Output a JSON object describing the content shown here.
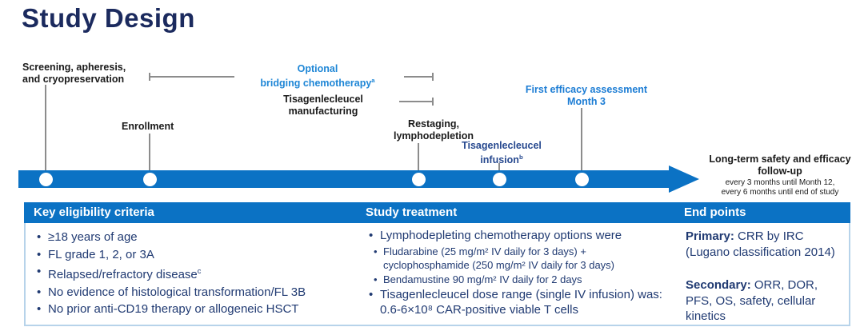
{
  "title": "Study Design",
  "colors": {
    "title_navy": "#1B2A5E",
    "timeline_blue": "#0B72C4",
    "accent_blue": "#1E86D6",
    "efficacy_blue": "#1B7CD4",
    "infusion_blue": "#27498F",
    "body_navy": "#203A72",
    "label_black": "#1A1A1A",
    "line_gray": "#8C8C8C",
    "table_border_blue": "#B7D3EA",
    "header_text": "#FFFFFF"
  },
  "timeline": {
    "screening": {
      "line1": "Screening, apheresis,",
      "line2": "and cryopreservation"
    },
    "enrollment": {
      "label": "Enrollment"
    },
    "bridging": {
      "line1": "Optional",
      "line2": "bridging chemotherapy",
      "footnote": "a"
    },
    "manufacturing": {
      "line1": "Tisagenlecleucel",
      "line2": "manufacturing"
    },
    "restaging": {
      "line1": "Restaging,",
      "line2": "lymphodepletion"
    },
    "infusion": {
      "line1": "Tisagenlecleucel",
      "line2": "infusion",
      "footnote": "b"
    },
    "first_efficacy": {
      "line1": "First efficacy assessment",
      "line2": "Month 3"
    },
    "followup": {
      "line1": "Long-term safety and efficacy",
      "line2": "follow-up",
      "note1": "every 3 months until Month 12,",
      "note2": "every 6 months until end of study"
    }
  },
  "table": {
    "eligibility": {
      "header": "Key eligibility criteria",
      "bullets": [
        {
          "text": "≥18 years of age"
        },
        {
          "text": "FL grade 1, 2, or 3A"
        },
        {
          "text": "Relapsed/refractory disease",
          "footnote": "c"
        },
        {
          "text": "No evidence of histological transformation/FL 3B"
        },
        {
          "text": "No prior anti-CD19 therapy or allogeneic HSCT"
        }
      ]
    },
    "treatment": {
      "header": "Study treatment",
      "bullet1": "Lymphodepleting chemotherapy options were",
      "sub1": "Fludarabine (25 mg/m² IV daily for 3 days) + cyclophosphamide (250 mg/m² IV daily for 3 days)",
      "sub2": "Bendamustine 90 mg/m² IV daily for 2 days",
      "bullet2": "Tisagenlecleucel dose range (single IV infusion) was: 0.6-6×10⁸ CAR-positive viable T cells"
    },
    "endpoints": {
      "header": "End points",
      "primary_label": "Primary:",
      "primary_text": " CRR by IRC (Lugano classification 2014)",
      "secondary_label": "Secondary:",
      "secondary_text": " ORR, DOR, PFS, OS, safety, cellular kinetics"
    }
  }
}
